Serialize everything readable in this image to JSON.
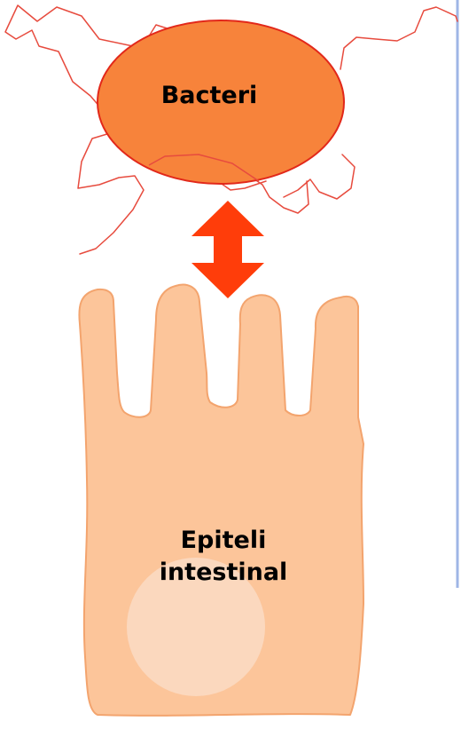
{
  "bacteria": {
    "label": "Bacteri",
    "fill": "#F7833B",
    "stroke": "#E2281A",
    "flagella_color": "#E74B3E"
  },
  "interaction_arrow": {
    "color": "#FF3D0A",
    "direction": "bidirectional"
  },
  "epithelial_cell": {
    "label_line1": "Epiteli",
    "label_line2": "intestinal",
    "fill": "#FCC59A",
    "stroke": "#F3A46E",
    "nucleus_fill": "#FBD8BE"
  },
  "divider_line_color": "#9FB6E6"
}
